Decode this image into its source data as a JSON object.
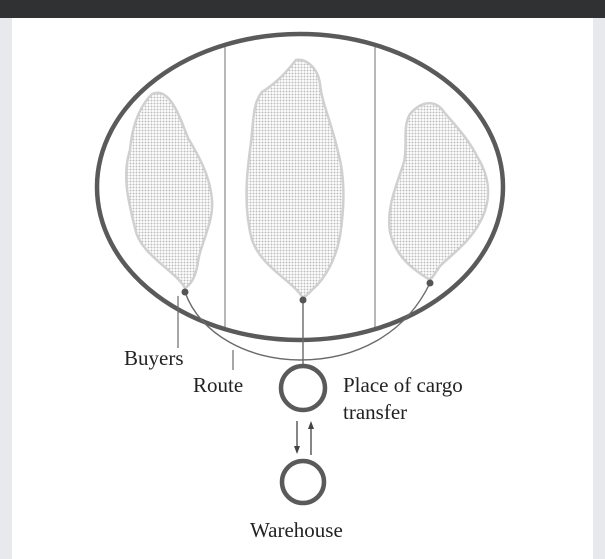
{
  "diagram": {
    "labels": {
      "buyers": "Buyers",
      "route": "Route",
      "place_line1": "Place of cargo",
      "place_line2": "transfer",
      "warehouse": "Warehouse"
    },
    "colors": {
      "background": "#e7e9ec",
      "top_bar": "#2f3133",
      "panel": "#ffffff",
      "outline": "#5a5a5a",
      "blob_fill": "#c9c9c9",
      "blob_edge": "#d4d4d4"
    }
  }
}
